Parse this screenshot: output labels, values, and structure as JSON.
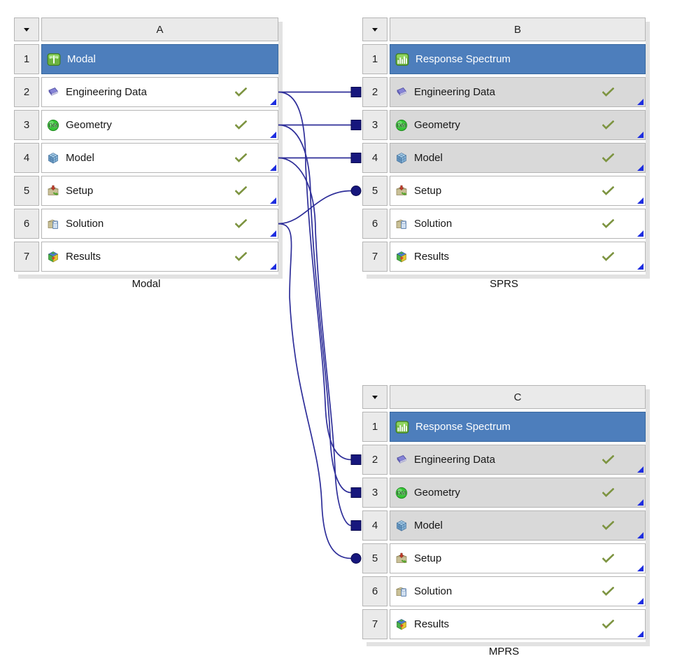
{
  "schematic": {
    "systems": [
      {
        "id": "A",
        "header_letter": "A",
        "label": "Modal",
        "cells": [
          {
            "num": "1",
            "label": "Modal",
            "icon": "modal-icon",
            "type": "title"
          },
          {
            "num": "2",
            "label": "Engineering Data",
            "icon": "engineering-data-icon",
            "state": "up-to-date",
            "shared": false
          },
          {
            "num": "3",
            "label": "Geometry",
            "icon": "geometry-icon",
            "state": "up-to-date",
            "shared": false
          },
          {
            "num": "4",
            "label": "Model",
            "icon": "model-icon",
            "state": "up-to-date",
            "shared": false
          },
          {
            "num": "5",
            "label": "Setup",
            "icon": "setup-icon",
            "state": "up-to-date",
            "shared": false
          },
          {
            "num": "6",
            "label": "Solution",
            "icon": "solution-icon",
            "state": "up-to-date",
            "shared": false
          },
          {
            "num": "7",
            "label": "Results",
            "icon": "results-icon",
            "state": "up-to-date",
            "shared": false
          }
        ]
      },
      {
        "id": "B",
        "header_letter": "B",
        "label": "SPRS",
        "cells": [
          {
            "num": "1",
            "label": "Response Spectrum",
            "icon": "response-spectrum-icon",
            "type": "title"
          },
          {
            "num": "2",
            "label": "Engineering Data",
            "icon": "engineering-data-icon",
            "state": "up-to-date",
            "shared": true
          },
          {
            "num": "3",
            "label": "Geometry",
            "icon": "geometry-icon",
            "state": "up-to-date",
            "shared": true
          },
          {
            "num": "4",
            "label": "Model",
            "icon": "model-icon",
            "state": "up-to-date",
            "shared": true
          },
          {
            "num": "5",
            "label": "Setup",
            "icon": "setup-icon",
            "state": "up-to-date",
            "shared": false
          },
          {
            "num": "6",
            "label": "Solution",
            "icon": "solution-icon",
            "state": "up-to-date",
            "shared": false
          },
          {
            "num": "7",
            "label": "Results",
            "icon": "results-icon",
            "state": "up-to-date",
            "shared": false
          }
        ]
      },
      {
        "id": "C",
        "header_letter": "C",
        "label": "MPRS",
        "cells": [
          {
            "num": "1",
            "label": "Response Spectrum",
            "icon": "response-spectrum-icon",
            "type": "title"
          },
          {
            "num": "2",
            "label": "Engineering Data",
            "icon": "engineering-data-icon",
            "state": "up-to-date",
            "shared": true
          },
          {
            "num": "3",
            "label": "Geometry",
            "icon": "geometry-icon",
            "state": "up-to-date",
            "shared": true
          },
          {
            "num": "4",
            "label": "Model",
            "icon": "model-icon",
            "state": "up-to-date",
            "shared": true
          },
          {
            "num": "5",
            "label": "Setup",
            "icon": "setup-icon",
            "state": "up-to-date",
            "shared": false
          },
          {
            "num": "6",
            "label": "Solution",
            "icon": "solution-icon",
            "state": "up-to-date",
            "shared": false
          },
          {
            "num": "7",
            "label": "Results",
            "icon": "results-icon",
            "state": "up-to-date",
            "shared": false
          }
        ]
      }
    ],
    "links": [
      {
        "from": "A2",
        "to": "B2",
        "terminal": "square"
      },
      {
        "from": "A3",
        "to": "B3",
        "terminal": "square"
      },
      {
        "from": "A4",
        "to": "B4",
        "terminal": "square"
      },
      {
        "from": "A6",
        "to": "B5",
        "terminal": "circle"
      },
      {
        "from": "A2",
        "to": "C2",
        "terminal": "square"
      },
      {
        "from": "A3",
        "to": "C3",
        "terminal": "square"
      },
      {
        "from": "A4",
        "to": "C4",
        "terminal": "square"
      },
      {
        "from": "A6",
        "to": "C5",
        "terminal": "circle"
      }
    ],
    "colors": {
      "selected_row": "#4d7ebc",
      "shared_cell": "#d9d9d9",
      "header_cell": "#eaeaea",
      "link": "#2e2e99",
      "terminal": "#17177d",
      "check": "#7d9441",
      "corner_indicator": "#1e2ee0"
    }
  }
}
